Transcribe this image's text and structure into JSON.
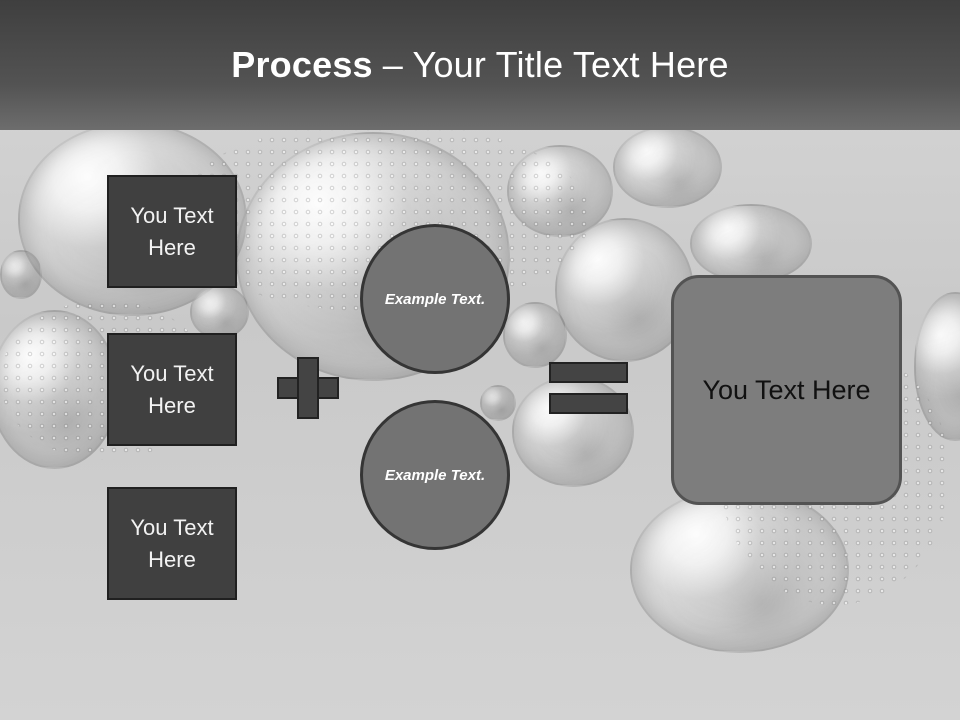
{
  "slide": {
    "title_strong": "Process",
    "title_rest": "– Your Title Text Here",
    "left_boxes": [
      "You Text Here",
      "You Text Here",
      "You Text Here"
    ],
    "circles": [
      "Example Text.",
      "Example Text."
    ],
    "result_box": "You Text Here",
    "operators": {
      "plus_icon": "plus-icon",
      "equals_icon": "equals-icon"
    }
  }
}
